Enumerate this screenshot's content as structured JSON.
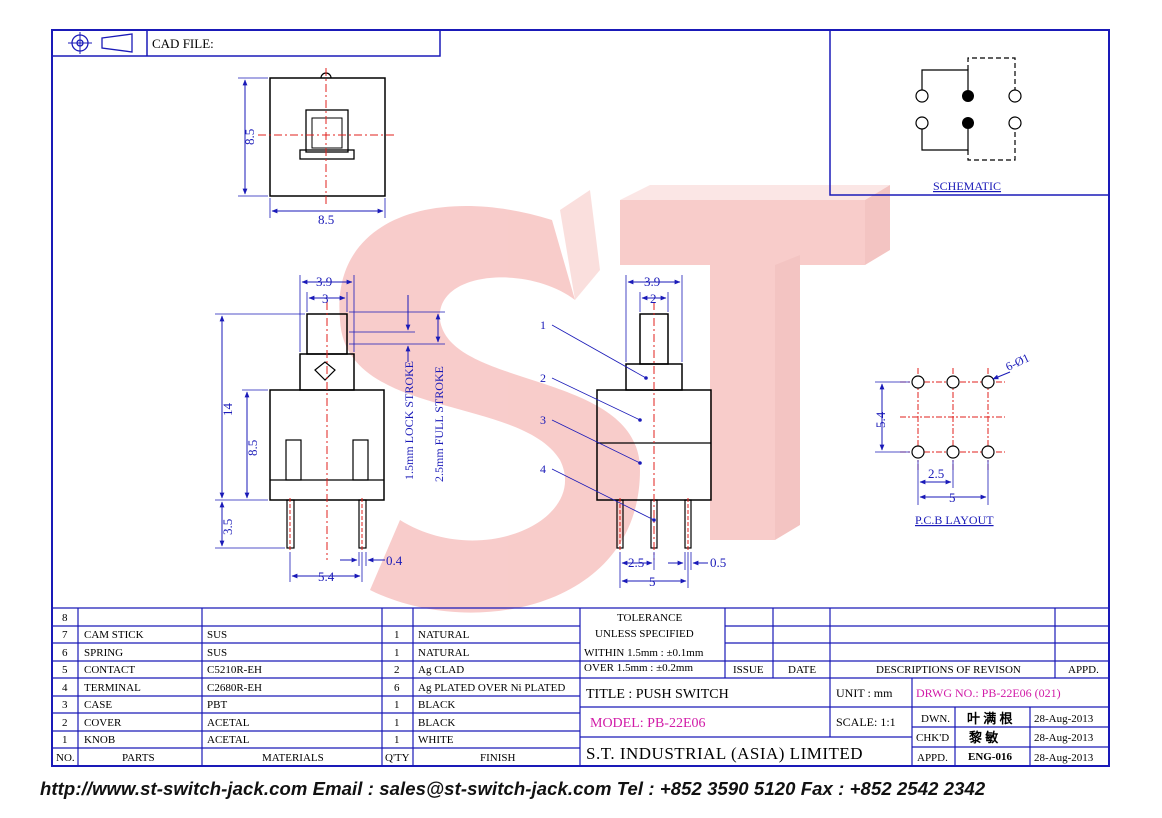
{
  "header": {
    "cad_file": "CAD FILE:"
  },
  "watermark": {
    "text": "ST",
    "color": "#f2a9a4"
  },
  "colors": {
    "frame": "#1a1ab8",
    "dim": "#1a1ab8",
    "center": "#e0201c",
    "part": "#000000",
    "magenta": "#d11ba7"
  },
  "top_view": {
    "dim_h": "8.5",
    "dim_w": "8.5"
  },
  "side_view": {
    "d_39": "3.9",
    "d_3": "3",
    "d_14": "14",
    "d_85": "8.5",
    "d_35": "3.5",
    "d_04": "0.4",
    "d_54": "5.4",
    "lock_stroke": "1.5mm  LOCK  STROKE",
    "full_stroke": "2.5mm  FULL  STROKE"
  },
  "front_view": {
    "d_39": "3.9",
    "d_2": "2",
    "d_25": "2.5",
    "d_05": "0.5",
    "d_5": "5",
    "callouts": [
      "1",
      "2",
      "3",
      "4"
    ]
  },
  "pcb": {
    "label": "P.C.B  LAYOUT",
    "hole": "6-Ø1",
    "d_54": "5.4",
    "d_25": "2.5",
    "d_5": "5"
  },
  "schematic": {
    "label": "SCHEMATIC"
  },
  "bom": {
    "headers": [
      "NO.",
      "PARTS",
      "MATERIALS",
      "Q'TY",
      "FINISH"
    ],
    "rows": [
      [
        "8",
        "",
        "",
        "",
        ""
      ],
      [
        "7",
        "CAM  STICK",
        "SUS",
        "1",
        "NATURAL"
      ],
      [
        "6",
        "SPRING",
        "SUS",
        "1",
        "NATURAL"
      ],
      [
        "5",
        "CONTACT",
        "C5210R-EH",
        "2",
        "Ag  CLAD"
      ],
      [
        "4",
        "TERMINAL",
        "C2680R-EH",
        "6",
        "Ag  PLATED  OVER  Ni  PLATED"
      ],
      [
        "3",
        "CASE",
        "PBT",
        "1",
        "BLACK"
      ],
      [
        "2",
        "COVER",
        "ACETAL",
        "1",
        "BLACK"
      ],
      [
        "1",
        "KNOB",
        "ACETAL",
        "1",
        "WHITE"
      ]
    ]
  },
  "title_block": {
    "tol_1": "TOLERANCE",
    "tol_2": "UNLESS    SPECIFIED",
    "tol_3": "WITHIN  1.5mm : ±0.1mm",
    "tol_4": "OVER    1.5mm : ±0.2mm",
    "issue": "ISSUE",
    "date": "DATE",
    "desc": "DESCRIPTIONS  OF  REVISON",
    "appd": "APPD.",
    "title": "TITLE : PUSH SWITCH",
    "unit": "UNIT :   mm",
    "drwg": "DRWG  NO.: PB-22E06 (021)",
    "model": "MODEL: PB-22E06",
    "scale": "SCALE:   1:1",
    "dwn": "DWN.",
    "dwn_name": "叶 满 根",
    "dwn_date": "28-Aug-2013",
    "chkd": "CHK'D",
    "chkd_name": "黎 敏",
    "chkd_date": "28-Aug-2013",
    "appd2": "APPD.",
    "appd_name": "ENG-016",
    "appd_date": "28-Aug-2013",
    "company": "S.T.  INDUSTRIAL  (ASIA)  LIMITED"
  },
  "footer": {
    "text": "http://www.st-switch-jack.com  Email : sales@st-switch-jack.com  Tel : +852 3590 5120  Fax : +852 2542 2342"
  }
}
